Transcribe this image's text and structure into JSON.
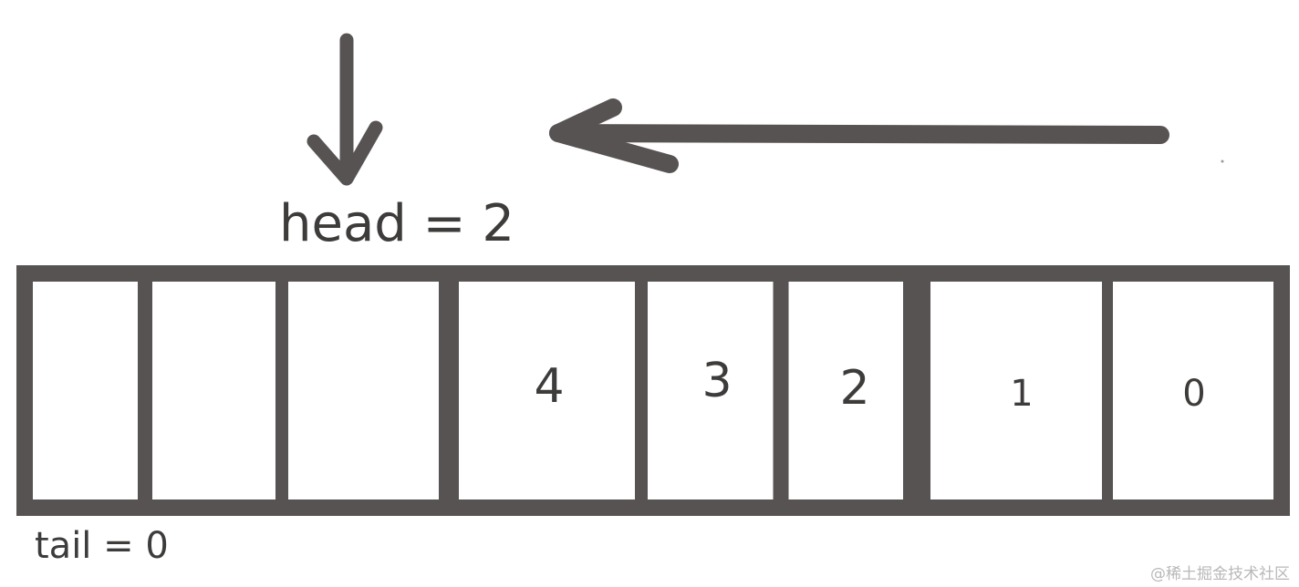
{
  "diagram": {
    "head_label": "head = 2",
    "tail_label": "tail = 0",
    "cells": [
      "",
      "",
      "",
      "4",
      "3",
      "2",
      "1",
      "0"
    ],
    "stroke_color": "#575352",
    "text_color": "#3e3c3b"
  },
  "watermark": "@稀土掘金技术社区"
}
